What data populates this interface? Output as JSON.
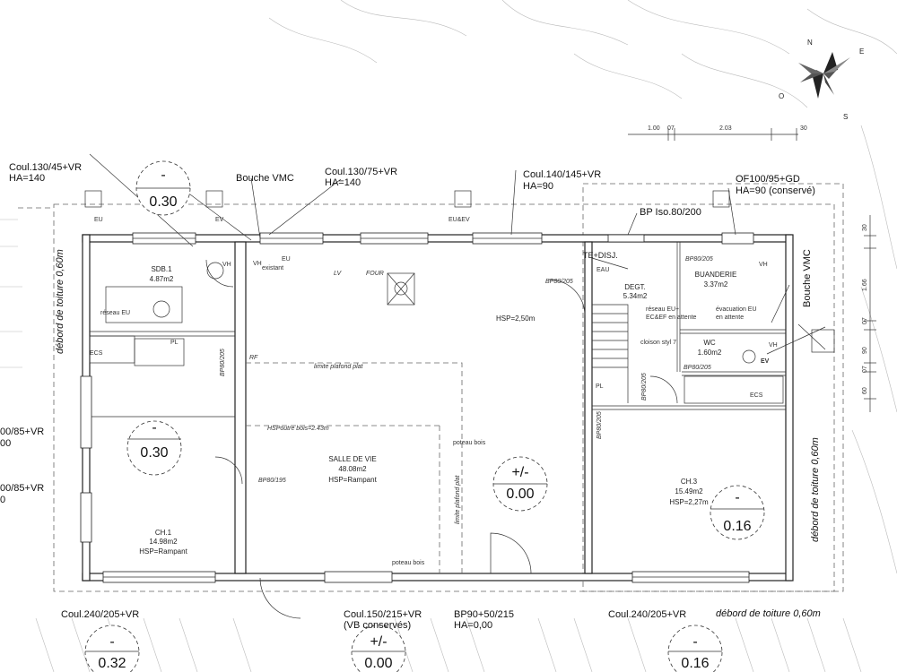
{
  "compass": {
    "n": "N",
    "e": "E",
    "s": "S",
    "o": "O"
  },
  "dims_top": [
    "1.00",
    "07",
    "2.03",
    "30"
  ],
  "dims_right": [
    "30",
    "1.66",
    "07",
    "90",
    "07",
    "60"
  ],
  "levels": {
    "sdb": {
      "sign": "-",
      "value": "0.30"
    },
    "ch1": {
      "sign": "-",
      "value": "0.30"
    },
    "salle": {
      "sign": "+/-",
      "value": "0.00"
    },
    "ch3": {
      "sign": "-",
      "value": "0.16"
    },
    "ext_left": {
      "sign": "-",
      "value": "0.32"
    },
    "ext_mid": {
      "sign": "+/-",
      "value": "0.00"
    },
    "ext_right": {
      "sign": "-",
      "value": "0.16"
    }
  },
  "annotations": {
    "coul_sdb": [
      "Coul.130/45+VR",
      "HA=140"
    ],
    "bouche_vmc_top": "Bouche VMC",
    "coul_cuisine": [
      "Coul.130/75+VR",
      "HA=140"
    ],
    "coul_sejour": [
      "Coul.140/145+VR",
      "HA=90"
    ],
    "of_buanderie": [
      "OF100/95+GD",
      "HA=90 (conservé)"
    ],
    "bp_iso": "BP Iso.80/200",
    "te_disj": "TE+DISJ.",
    "bouche_vmc_right": "Bouche VMC",
    "win_left_1": [
      "00/85+VR",
      "00"
    ],
    "win_left_2": [
      "00/85+VR",
      "0"
    ],
    "coul_ch1": "Coul.240/205+VR",
    "coul_salle": [
      "Coul.150/215+VR",
      "(VB conservés)"
    ],
    "bp_entry": [
      "BP90+50/215",
      "HA=0,00"
    ],
    "coul_ch3": "Coul.240/205+VR",
    "debord_left": "débord de toiture 0,60m",
    "debord_right": "débord de toiture 0,60m",
    "debord_bottom": "débord de toiture 0,60m"
  },
  "rooms": {
    "sdb": [
      "SDB.1",
      "4.87m2"
    ],
    "ch1": [
      "CH.1",
      "14.98m2",
      "HSP=Rampant"
    ],
    "salle": [
      "SALLE DE VIE",
      "48.08m2",
      "HSP=Rampant"
    ],
    "degt": [
      "DEGT.",
      "5.34m2"
    ],
    "buanderie": [
      "BUANDERIE",
      "3.37m2"
    ],
    "wc": [
      "WC",
      "1.60m2"
    ],
    "ch3": [
      "CH.3",
      "15.49m2",
      "HSP=2,27m"
    ]
  },
  "small_labels": {
    "eu1": "EU",
    "ev1": "EV",
    "eu_ev": "EU&EV",
    "eu_exist": "EU",
    "existant": "existant",
    "vh1": "VH",
    "vh2": "VH",
    "vh3": "VH",
    "vh4": "VH",
    "lv": "LV",
    "four": "FOUR",
    "rf": "RF",
    "reseau_eu": "réseau EU",
    "ecs1": "ECS",
    "ecs2": "ECS",
    "pl1": "PL",
    "pl2": "PL",
    "bp80_205_a": "BP80/205",
    "bp80_205_b": "BP80/205",
    "bp80_205_c": "BP80/205",
    "bp80_205_d": "BP80/205",
    "bp80_205_e": "BP80/205",
    "bp80_205_f": "BP80/205",
    "bp80_195": "BP80/195",
    "hsp_250": "HSP=2,50m",
    "limite_plafond_1": "limite plafond plat",
    "limite_plafond_2": "limite plafond plat",
    "hsp_poutre": "HSPoutre bois=2.43m",
    "poteau_1": "poteau bois",
    "poteau_2": "poteau bois",
    "eau": "EAU",
    "reseau_eu_ec": [
      "réseau EU+",
      "EC&EF en attente"
    ],
    "evac_eu": [
      "évacuation EU",
      "en attente"
    ],
    "cloison": "cloison styl 7",
    "ev_wc": "EV"
  }
}
